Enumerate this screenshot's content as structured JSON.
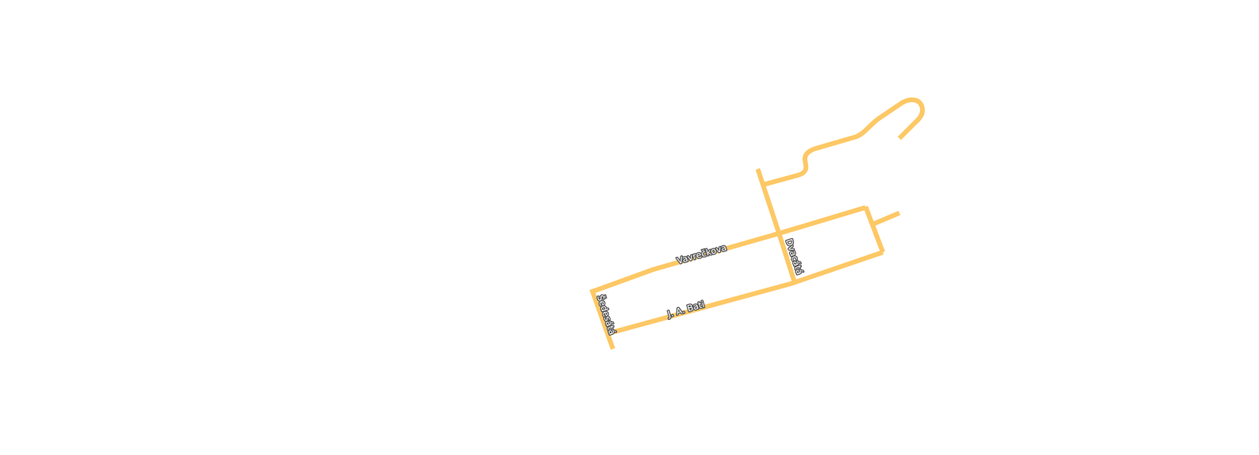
{
  "map": {
    "road_color": "#fdc865",
    "label_fill": "#ffffff",
    "label_halo": "#555555",
    "streets": [
      {
        "id": "vavreckova",
        "name": "Vavrečkova"
      },
      {
        "id": "dvacata",
        "name": "Dvacátá"
      },
      {
        "id": "j-a-bati",
        "name": "J. A. Bati"
      },
      {
        "id": "sedesata",
        "name": "Šedesátá"
      }
    ]
  }
}
